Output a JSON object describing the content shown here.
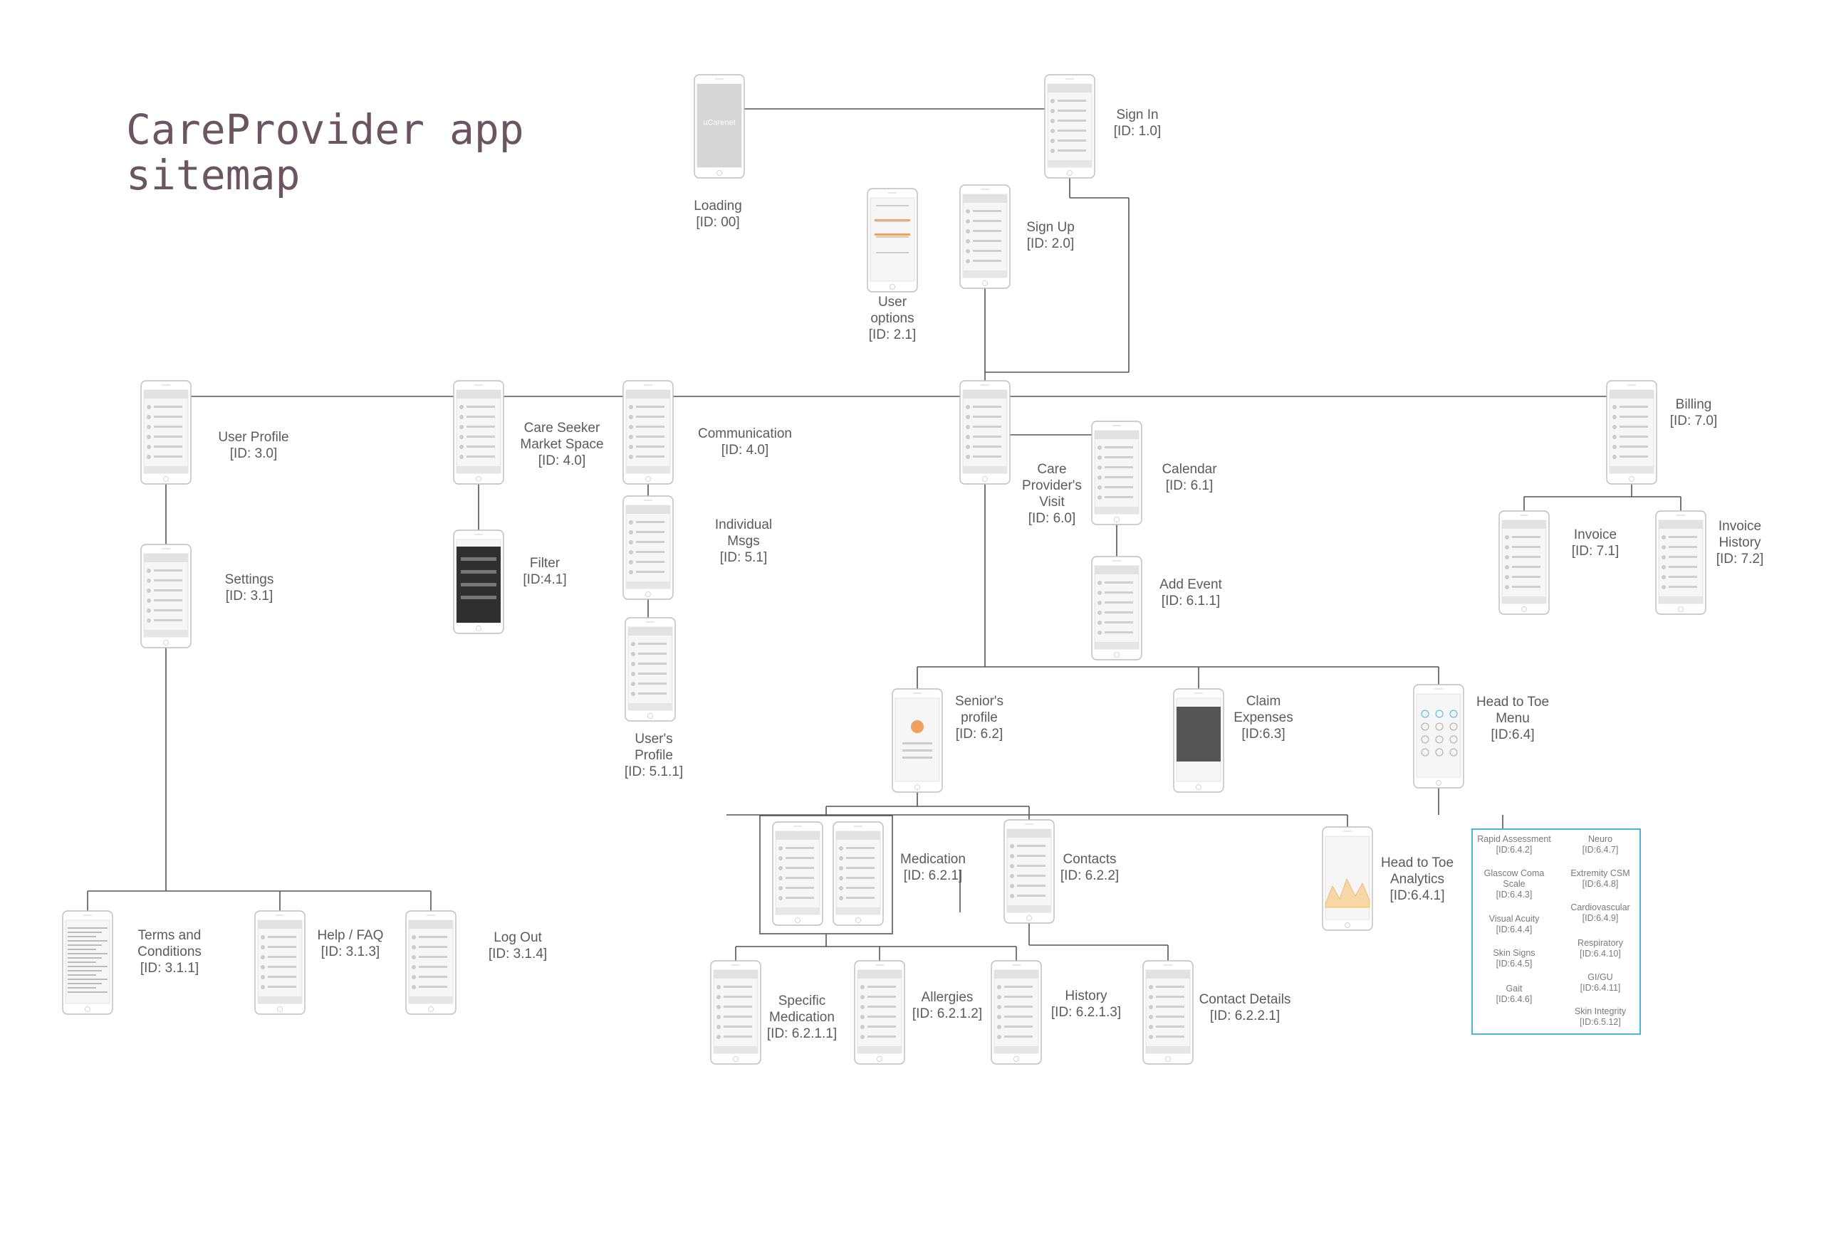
{
  "title": "CareProvider app\nsitemap",
  "screens": [
    {
      "id": "loading",
      "label": "Loading\n[ID: 00]"
    },
    {
      "id": "sign-in",
      "label": "Sign In\n[ID: 1.0]"
    },
    {
      "id": "sign-up",
      "label": "Sign Up\n[ID: 2.0]"
    },
    {
      "id": "user-options",
      "label": "User\noptions\n[ID: 2.1]"
    },
    {
      "id": "user-profile",
      "label": "User Profile\n[ID: 3.0]"
    },
    {
      "id": "care-seeker",
      "label": "Care Seeker\nMarket Space\n[ID: 4.0]"
    },
    {
      "id": "communication",
      "label": "Communication\n[ID: 4.0]"
    },
    {
      "id": "care-visit",
      "label": "Care\nProvider's\nVisit\n[ID: 6.0]"
    },
    {
      "id": "calendar",
      "label": "Calendar\n[ID: 6.1]"
    },
    {
      "id": "billing",
      "label": "Billing\n[ID: 7.0]"
    },
    {
      "id": "settings",
      "label": "Settings\n[ID: 3.1]"
    },
    {
      "id": "filter",
      "label": "Filter\n[ID:4.1]"
    },
    {
      "id": "individual-msgs",
      "label": "Individual\nMsgs\n[ID: 5.1]"
    },
    {
      "id": "users-profile",
      "label": "User's\nProfile\n[ID: 5.1.1]"
    },
    {
      "id": "add-event",
      "label": "Add Event\n[ID: 6.1.1]"
    },
    {
      "id": "invoice",
      "label": "Invoice\n[ID: 7.1]"
    },
    {
      "id": "invoice-history",
      "label": "Invoice\nHistory\n[ID: 7.2]"
    },
    {
      "id": "seniors-profile",
      "label": "Senior's\nprofile\n[ID: 6.2]"
    },
    {
      "id": "claim-expenses",
      "label": "Claim\nExpenses\n[ID:6.3]"
    },
    {
      "id": "head-to-toe-menu",
      "label": "Head to Toe\nMenu\n[ID:6.4]"
    },
    {
      "id": "medication",
      "label": "Medication\n[ID: 6.2.1]"
    },
    {
      "id": "contacts",
      "label": "Contacts\n[ID: 6.2.2]"
    },
    {
      "id": "head-to-toe-analytics",
      "label": "Head to Toe\nAnalytics\n[ID:6.4.1]"
    },
    {
      "id": "terms",
      "label": "Terms and\nConditions\n[ID: 3.1.1]"
    },
    {
      "id": "help",
      "label": "Help / FAQ\n[ID: 3.1.3]"
    },
    {
      "id": "log-out",
      "label": "Log Out\n[ID: 3.1.4]"
    },
    {
      "id": "specific-medication",
      "label": "Specific\nMedication\n[ID: 6.2.1.1]"
    },
    {
      "id": "allergies",
      "label": "Allergies\n[ID: 6.2.1.2]"
    },
    {
      "id": "history",
      "label": "History\n[ID: 6.2.1.3]"
    },
    {
      "id": "contact-details",
      "label": "Contact Details\n[ID: 6.2.2.1]"
    }
  ],
  "head_to_toe_items": [
    "Rapid Assessment\n[ID:6.4.2]",
    "Neuro\n[ID:6.4.7]",
    "Glascow Coma\nScale\n[ID:6.4.3]",
    "Extremity CSM\n[ID:6.4.8]",
    "Visual Acuity\n[ID:6.4.4]",
    "Cardiovascular\n[ID:6.4.9]",
    "Skin Signs\n[ID:6.4.5]",
    "Respiratory\n[ID:6.4.10]",
    "Gait\n[ID:6.4.6]",
    "GI/GU\n[ID:6.4.11]",
    "Skin Integrity\n[ID:6.5.12]"
  ],
  "splash_brand": "uCarenet",
  "colors": {
    "line": "#555555",
    "phone": "#bdbdbd",
    "title": "#6b5560",
    "highlight": "#4ab6d8",
    "accent": "#f0a060"
  }
}
